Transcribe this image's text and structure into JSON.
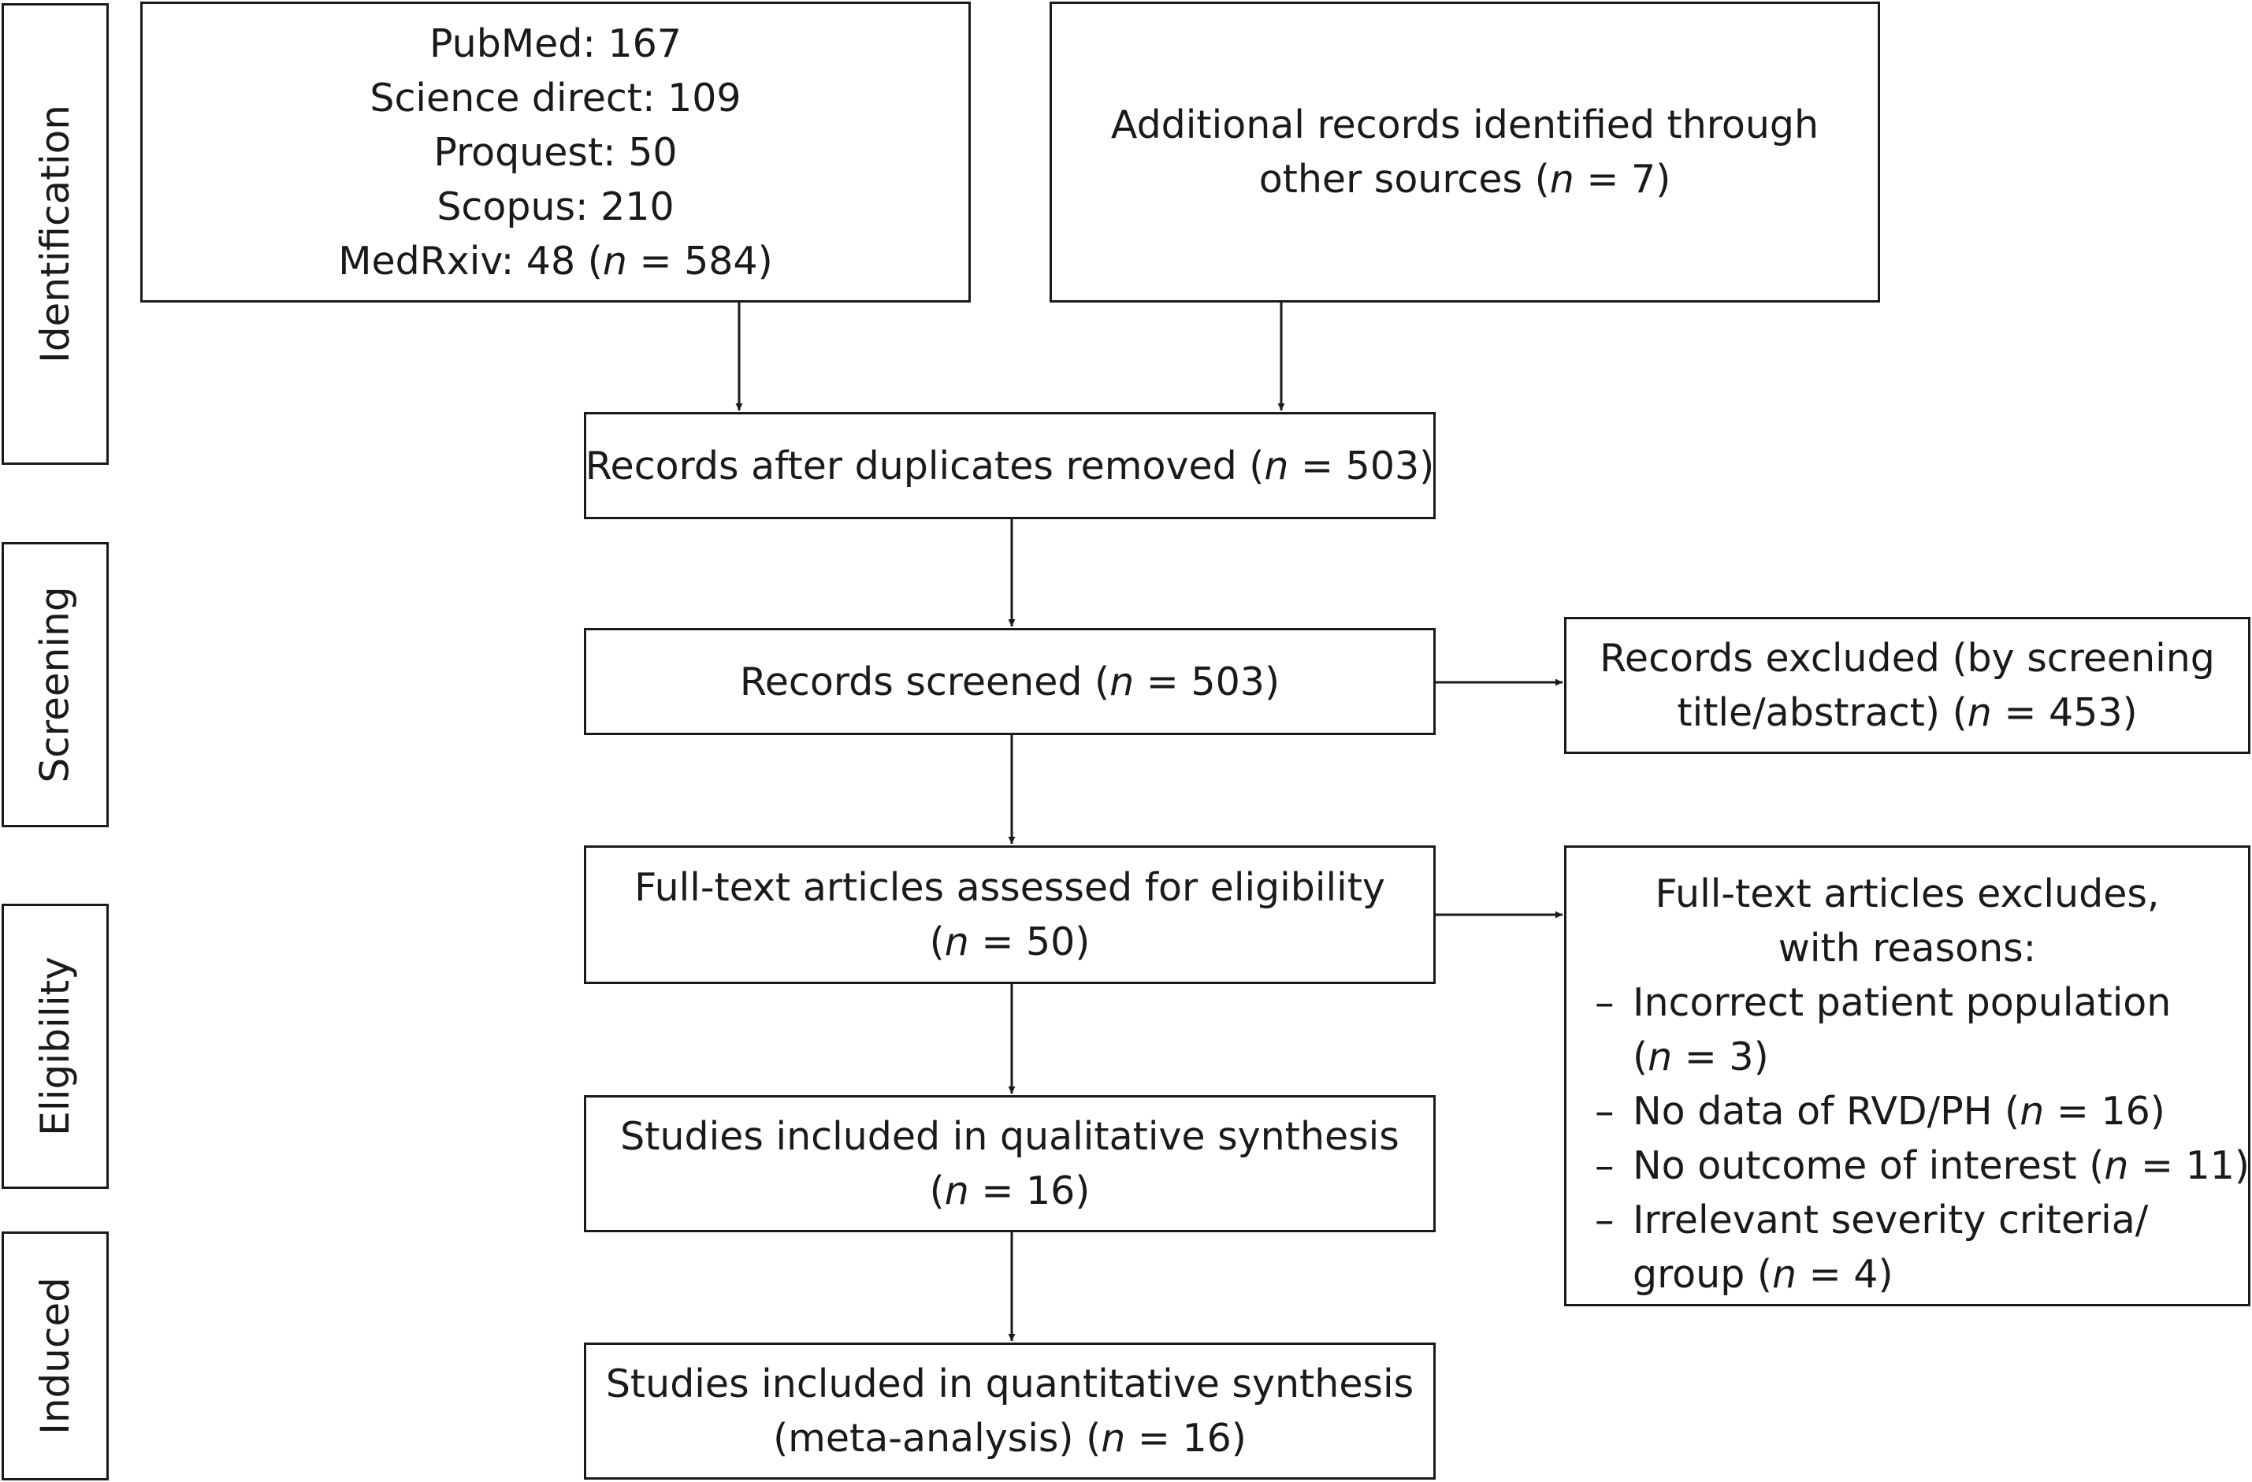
{
  "stages": {
    "identification": "Identification",
    "screening": "Screening",
    "eligibility": "Eligibility",
    "induced": "Induced"
  },
  "databases": {
    "pubmed": "PubMed: 167",
    "science_direct": "Science direct: 109",
    "proquest": "Proquest: 50",
    "scopus": "Scopus: 210",
    "medrxiv_prefix": "MedRxiv: 48 (",
    "n": "n",
    "medrxiv_suffix": " = 584)"
  },
  "additional": {
    "line1": "Additional records identified through",
    "line2_prefix": "other sources (",
    "n": "n",
    "line2_suffix": " = 7)"
  },
  "duplicates": {
    "prefix": "Records after duplicates removed (",
    "n": "n",
    "suffix": " = 503)"
  },
  "screened": {
    "prefix": "Records screened (",
    "n": "n",
    "suffix": " = 503)"
  },
  "excluded": {
    "line1": "Records excluded (by screening",
    "line2_prefix": "title/abstract) (",
    "n": "n",
    "line2_suffix": " = 453)"
  },
  "fulltext": {
    "line1": "Full-text articles assessed for eligibility",
    "line2_prefix": "(",
    "n": "n",
    "line2_suffix": " = 50)"
  },
  "fulltext_excluded": {
    "header1": "Full-text articles excludes,",
    "header2": "with reasons:",
    "dash": "–",
    "n": "n",
    "r1": "Incorrect patient population",
    "r1_cont_prefix": "(",
    "r1_cont_suffix": " = 3)",
    "r2_prefix": "No data of RVD/PH (",
    "r2_suffix": " = 16)",
    "r3_prefix": "No outcome of interest (",
    "r3_suffix": " = 11)",
    "r4": "Irrelevant severity criteria/",
    "r4_cont_prefix": "group (",
    "r4_cont_suffix": " = 4)"
  },
  "qualitative": {
    "line1": "Studies included in qualitative synthesis",
    "line2_prefix": "(",
    "n": "n",
    "line2_suffix": " = 16)"
  },
  "quantitative": {
    "line1": "Studies included in quantitative synthesis",
    "line2_prefix": "(meta-analysis) (",
    "n": "n",
    "line2_suffix": " = 16)"
  }
}
